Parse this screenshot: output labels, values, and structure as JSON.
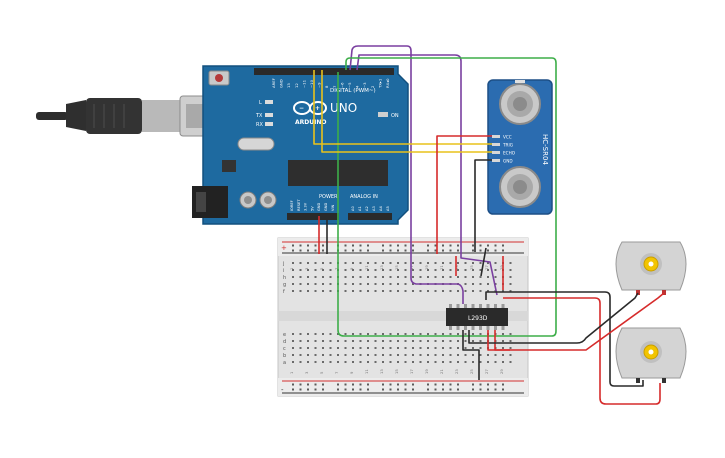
{
  "arduino": {
    "brand": "ARDUINO",
    "model": "UNO",
    "on_label": "ON",
    "digital_header": "DIGITAL (PWM~)",
    "power_header": "POWER",
    "analog_header": "ANALOG IN",
    "l_label": "L",
    "tx_label": "TX",
    "rx_label": "RX",
    "top_pins": [
      "AREF",
      "GND",
      "13",
      "12",
      "~11",
      "~10",
      "~9",
      "8",
      "7",
      "~6",
      "~5",
      "4",
      "~3",
      "2",
      "TX▸1",
      "RX◂0"
    ],
    "power_pins": [
      "IOREF",
      "RESET",
      "3.3V",
      "5V",
      "GND",
      "GND",
      "VIN"
    ],
    "analog_pins": [
      "A0",
      "A1",
      "A2",
      "A3",
      "A4",
      "A5"
    ]
  },
  "sensor": {
    "name": "HC-SR04",
    "pins": [
      "VCC",
      "TRIG",
      "ECHO",
      "GND"
    ]
  },
  "chip": {
    "label": "L293D"
  },
  "breadboard": {
    "top_letters": [
      "j",
      "i",
      "h",
      "g",
      "f"
    ],
    "bottom_letters": [
      "e",
      "d",
      "c",
      "b",
      "a"
    ],
    "columns": [
      "1",
      "3",
      "5",
      "7",
      "9",
      "11",
      "13",
      "15",
      "17",
      "19",
      "21",
      "23",
      "25",
      "27",
      "29"
    ],
    "rail_plus": "+",
    "rail_minus": "-"
  },
  "colors": {
    "board": "#1e6aa0",
    "board_dark": "#164f78",
    "sensor": "#2b6cb0",
    "wire_red": "#d62b2b",
    "wire_black": "#2a2a2a",
    "wire_purple": "#7a3fa0",
    "wire_green": "#3dae49",
    "wire_yellow": "#e8c21b",
    "motor_gear": "#f2c400"
  }
}
